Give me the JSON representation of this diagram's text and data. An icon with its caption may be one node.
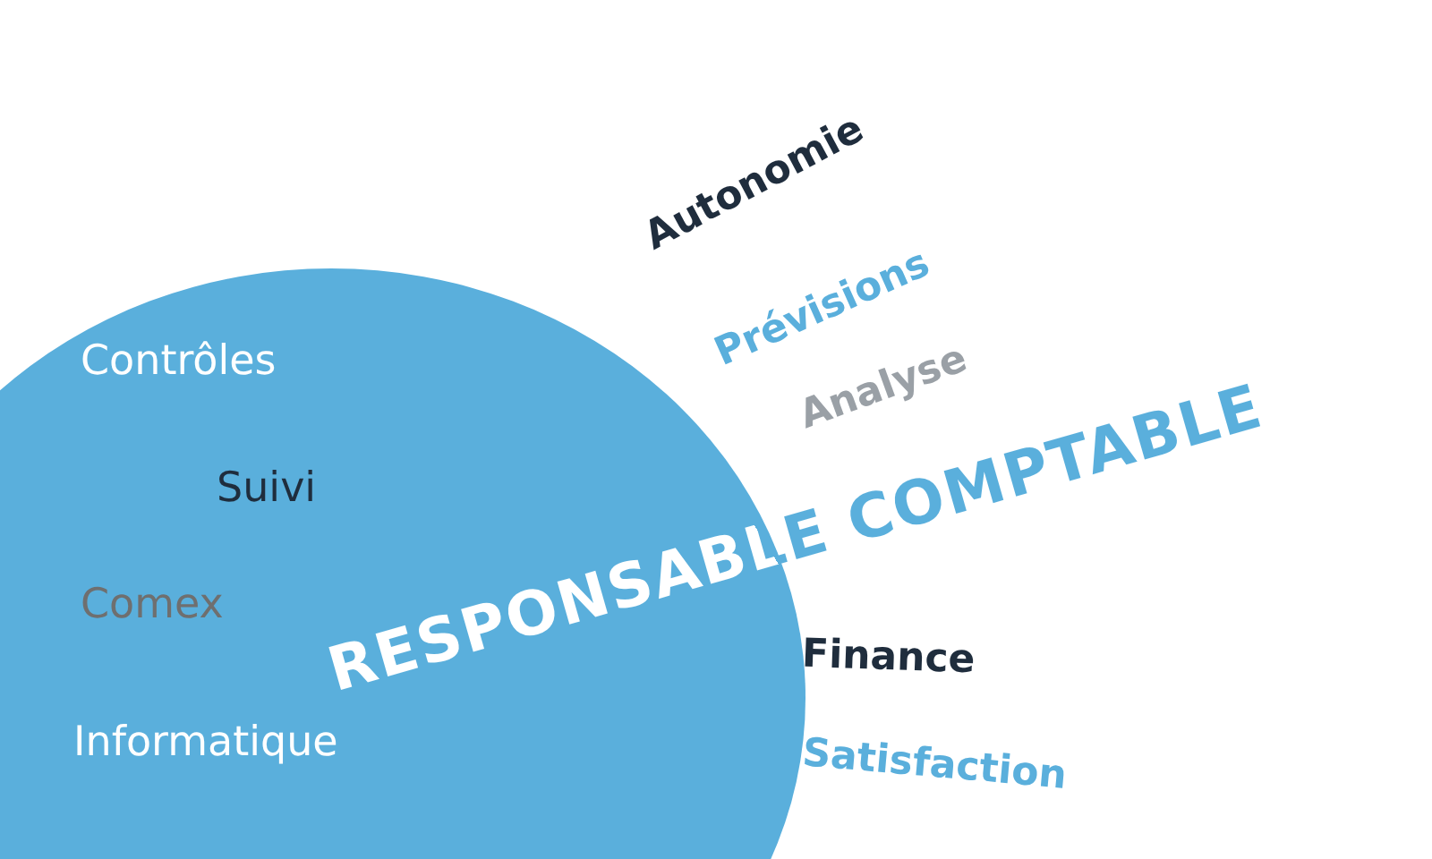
{
  "diagram": {
    "title": "RESPONSABLE COMPTABLE",
    "nodes": [
      {
        "text": [
          "Contrôles",
          "Suivi",
          "Comex",
          "Informatique"
        ]
      }
    ],
    "labels": [
      "Autonomie",
      "Prévisions",
      "Analyse",
      "Finance",
      "Satisfaction"
    ]
  }
}
